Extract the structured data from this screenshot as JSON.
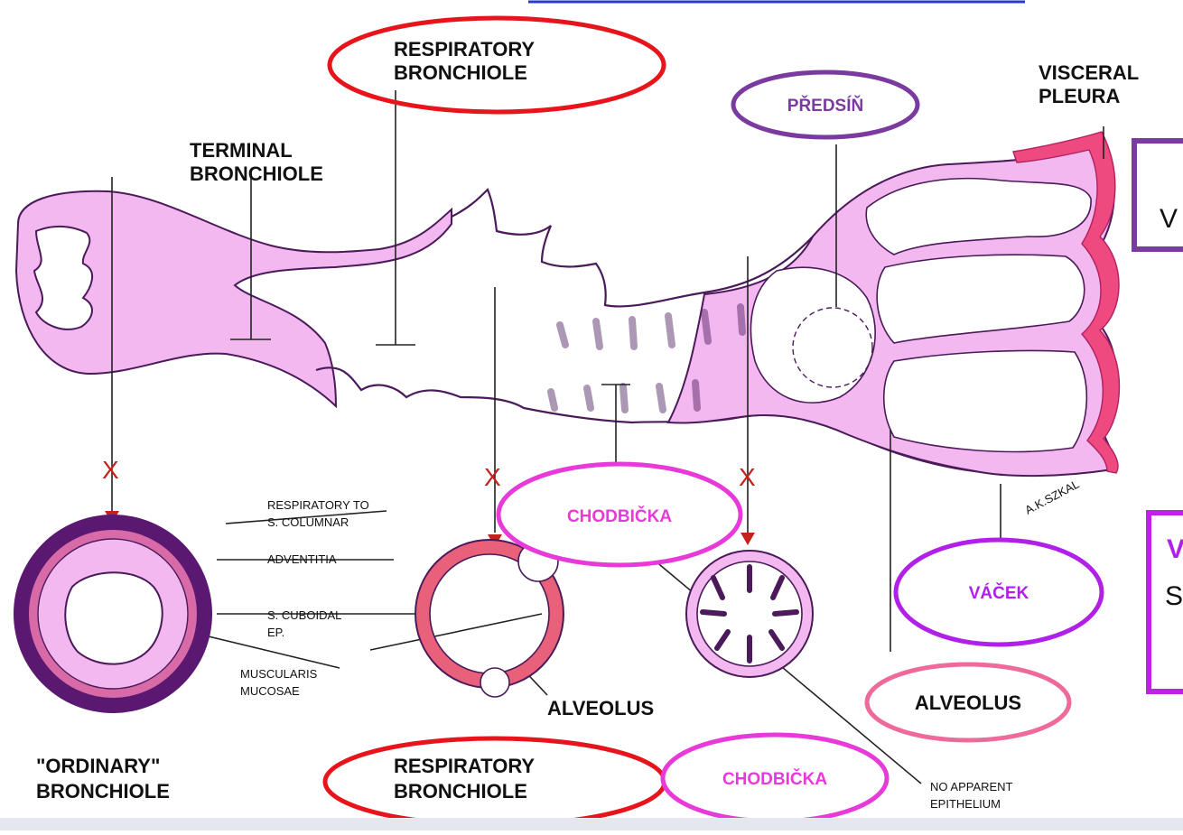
{
  "labels": {
    "respiratory_bronchiole_top": [
      "RESPIRATORY",
      "BRONCHIOLE"
    ],
    "terminal_bronchiole": [
      "TERMINAL",
      "BRONCHIOLE"
    ],
    "visceral_pleura": [
      "VISCERAL",
      "PLEURA"
    ],
    "respiratory_to_columnar": [
      "RESPIRATORY TO",
      "S. COLUMNAR"
    ],
    "adventitia": "ADVENTITIA",
    "cuboidal": [
      "S. CUBOIDAL",
      "EP."
    ],
    "muscularis": [
      "MUSCULARIS",
      "MUCOSAE"
    ],
    "alveolus_small": "ALVEOLUS",
    "alveolus_right": "ALVEOLUS",
    "ordinary_bronchiole": [
      "\"ORDINARY\"",
      "BRONCHIOLE"
    ],
    "respiratory_bronchiole_bottom": [
      "RESPIRATORY",
      "BRONCHIOLE"
    ],
    "no_apparent_epithelium": [
      "NO APPARENT",
      "EPITHELIUM"
    ],
    "signature": "A.K.SZKAL",
    "x_mark": "X"
  },
  "czech_tags": {
    "predsin": "PŘEDSÍŇ",
    "chodbicka_mid": "CHODBIČKA",
    "chodbicka_bottom": "CHODBIČKA",
    "vacek": "VÁČEK"
  },
  "side_fragments": {
    "top_right": "V",
    "mid_right_1": "V",
    "mid_right_2": "S"
  },
  "colors": {
    "tissue_fill": "#f2b8ef",
    "outline": "#4a1a5a",
    "pleura": "#ee4a80",
    "ellipse_red": "#e8141c",
    "ellipse_purple": "#7a3aa0",
    "ellipse_pink": "#e83ad8",
    "ellipse_violet": "#b020e8",
    "ellipse_rose": "#ee6a9a",
    "x_marker": "#c4221a",
    "bronchiole_outer": "#5a1870",
    "bronchiole_mid": "#d86aa8",
    "resp_ring": "#e8607a"
  }
}
